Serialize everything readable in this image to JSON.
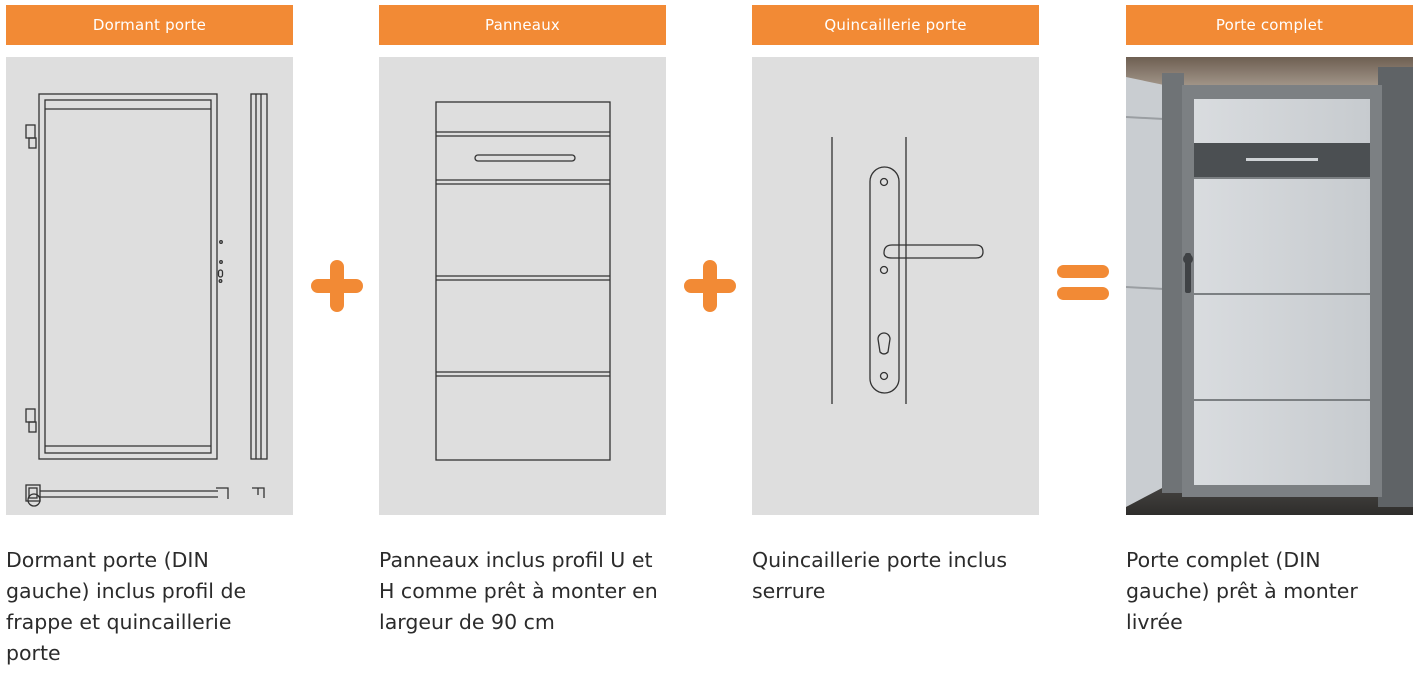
{
  "colors": {
    "accent": "#f28a35",
    "panel_bg": "#dedede",
    "line": "#333333",
    "frame_dark": "#7c8083"
  },
  "operators": [
    {
      "icon": "plus-icon"
    },
    {
      "icon": "plus-icon"
    },
    {
      "icon": "equals-icon"
    }
  ],
  "columns": [
    {
      "header": "Dormant porte",
      "illustration": "door-frame-drawing",
      "description": "Dormant porte (DIN gauche) inclus profil de frappe et quincaillerie porte"
    },
    {
      "header": "Panneaux",
      "illustration": "door-panels-drawing",
      "description": "Panneaux inclus profil U et H comme prêt à monter en largeur de 90 cm"
    },
    {
      "header": "Quincaillerie porte",
      "illustration": "door-handle-drawing",
      "description": "Quincaillerie porte inclus serrure"
    },
    {
      "header": "Porte complet",
      "illustration": "complete-gate-photo",
      "description": "Porte complet (DIN gauche) prêt à monter livrée"
    }
  ]
}
